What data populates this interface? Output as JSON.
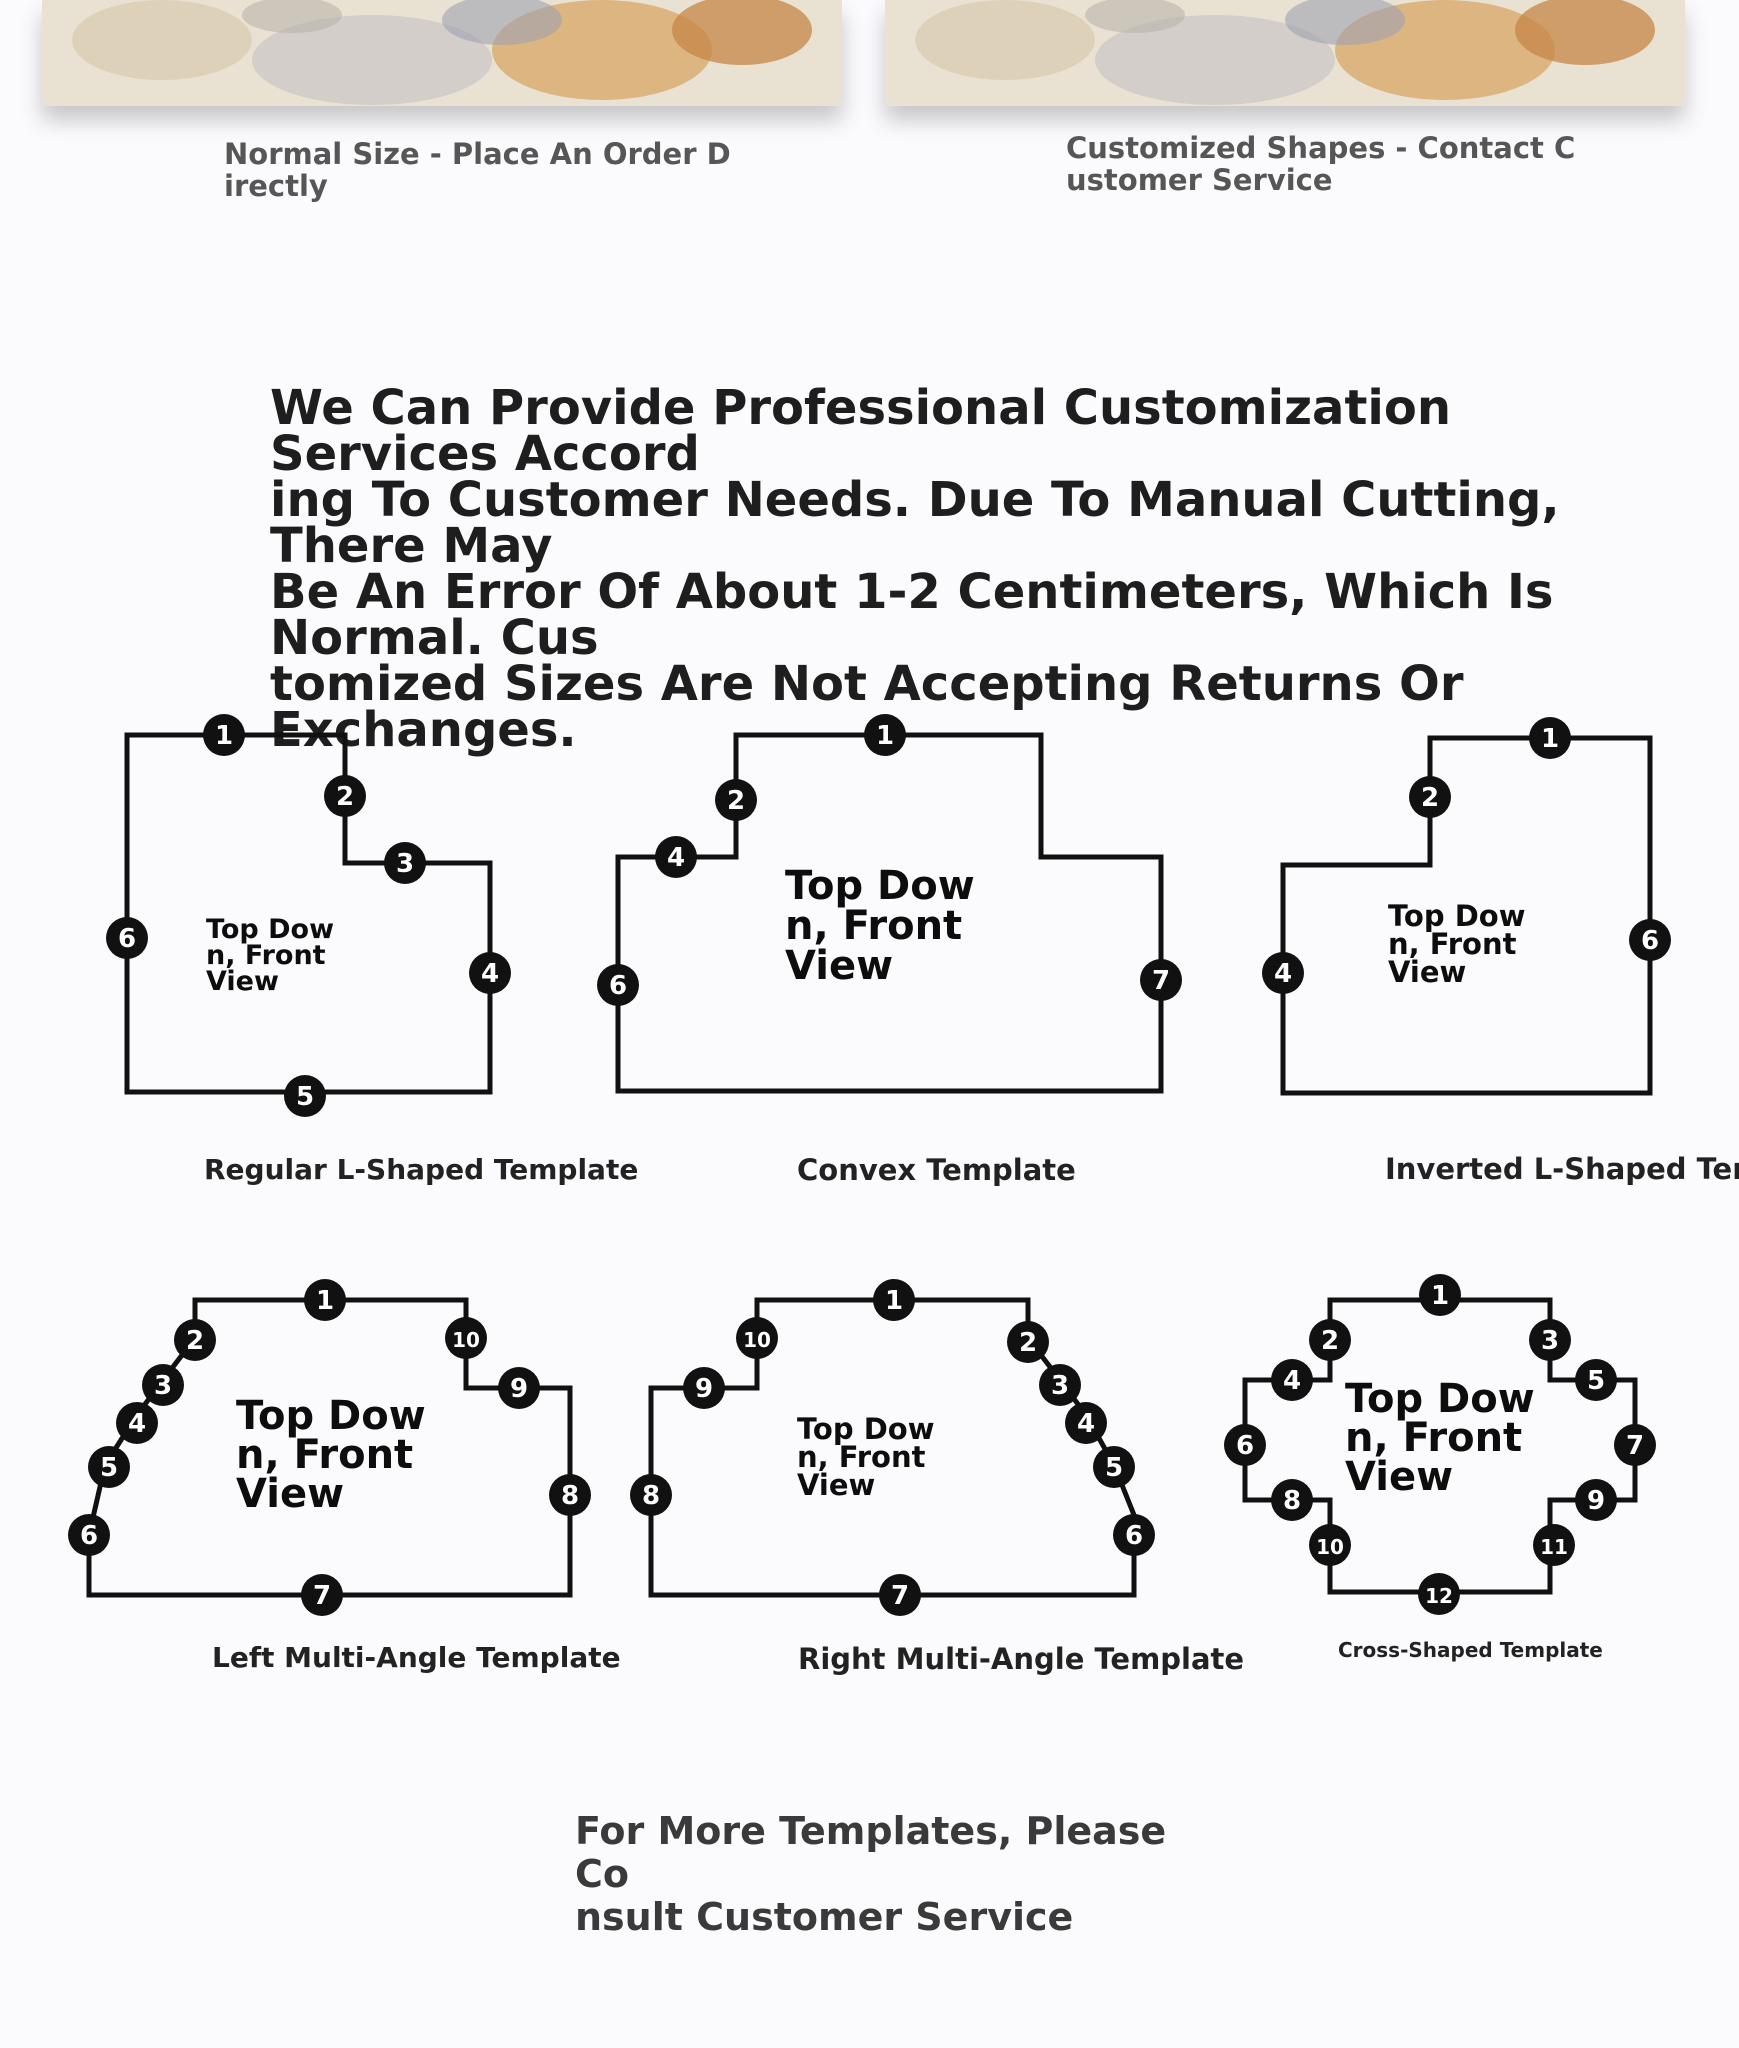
{
  "top_captions": {
    "normal": "Normal Size - Place An Order D\nirectly",
    "custom": "Customized Shapes - Contact C\nustomer Service"
  },
  "headline": "We Can Provide Professional Customization Services Accord\ning To Customer Needs. Due To Manual Cutting, There May\nBe An Error Of About 1-2 Centimeters, Which Is Normal. Cus\ntomized Sizes Are Not Accepting Returns Or Exchanges.",
  "view_label": "Top Dow\nn, Front\nView",
  "templates": [
    {
      "name": "Regular L-Shaped Template"
    },
    {
      "name": "Convex Template"
    },
    {
      "name": "Inverted L-Shaped Templ"
    },
    {
      "name": "Left Multi-Angle Template"
    },
    {
      "name": "Right Multi-Angle Template"
    },
    {
      "name": "Cross-Shaped Template"
    }
  ],
  "footer": "For More Templates, Please Co\nnsult Customer Service",
  "colors": {
    "outline": "#111111",
    "badge": "#111111",
    "badge_text": "#ffffff",
    "text_dark": "#1e1e1e",
    "text_gray": "#565656"
  }
}
